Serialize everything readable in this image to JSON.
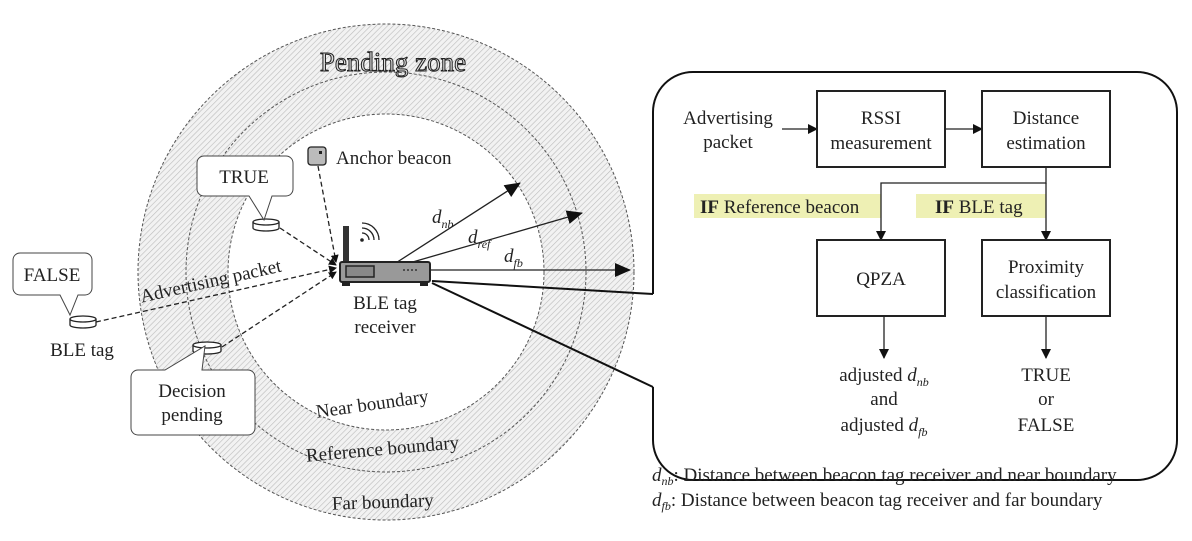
{
  "zone": {
    "title": "Pending zone",
    "boundaries": {
      "near": "Near boundary",
      "reference": "Reference boundary",
      "far": "Far boundary"
    },
    "distances": {
      "d": "d",
      "nb": "nb",
      "ref": "ref",
      "fb": "fb"
    }
  },
  "devices": {
    "anchor_beacon": "Anchor beacon",
    "receiver_line1": "BLE tag",
    "receiver_line2": "receiver",
    "ble_tag": "BLE tag",
    "advertising_packet": "Advertising packet"
  },
  "callouts": {
    "true": "TRUE",
    "false": "FALSE",
    "pending_line1": "Decision",
    "pending_line2": "pending"
  },
  "flow": {
    "input_line1": "Advertising",
    "input_line2": "packet",
    "rssi_line1": "RSSI",
    "rssi_line2": "measurement",
    "distance_line1": "Distance",
    "distance_line2": "estimation",
    "if_kw": "IF",
    "cond_ref": "Reference beacon",
    "cond_tag": "BLE tag",
    "qpza": "QPZA",
    "prox_line1": "Proximity",
    "prox_line2": "classification",
    "out_adjusted": "adjusted",
    "out_and": "and",
    "out_true": "TRUE",
    "out_or": "or",
    "out_false": "FALSE",
    "highlight_color": "#eef0b4"
  },
  "legend": {
    "nb_text": ": Distance between beacon tag receiver and near boundary",
    "fb_text": ": Distance between beacon tag receiver and far boundary"
  }
}
